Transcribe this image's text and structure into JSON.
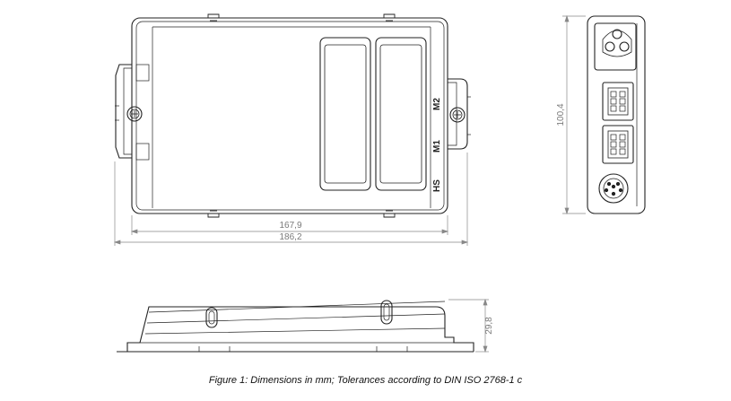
{
  "dimensions": {
    "housing_width": "167,9",
    "overall_width": "186,2",
    "side_height": "100,4",
    "profile_height": "29,8"
  },
  "ports": {
    "m2": "M2",
    "m1": "M1",
    "hs": "HS"
  },
  "caption": "Figure 1: Dimensions in mm; Tolerances according to DIN ISO 2768-1 c"
}
